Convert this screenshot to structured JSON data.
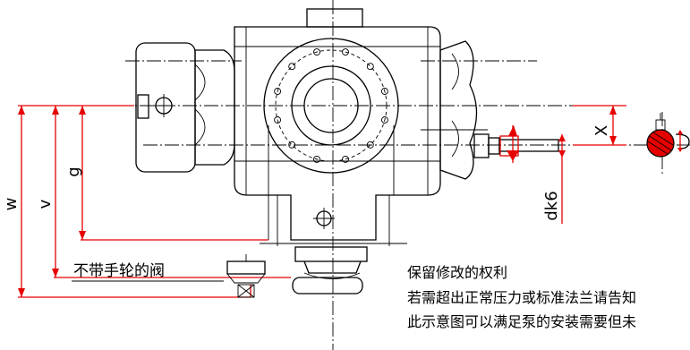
{
  "dimensions": {
    "w": "w",
    "v": "v",
    "g": "g",
    "x": "X",
    "d": "dk6"
  },
  "callout": {
    "valve_note": "不带手轮的阀"
  },
  "notes": [
    "保留修改的权利",
    "若需超出正常压力或标准法兰请告知",
    "此示意图可以满足泵的安装需要但未"
  ],
  "colors": {
    "line": "#000000",
    "dimension_accent": "#e60000",
    "background": "#ffffff"
  }
}
